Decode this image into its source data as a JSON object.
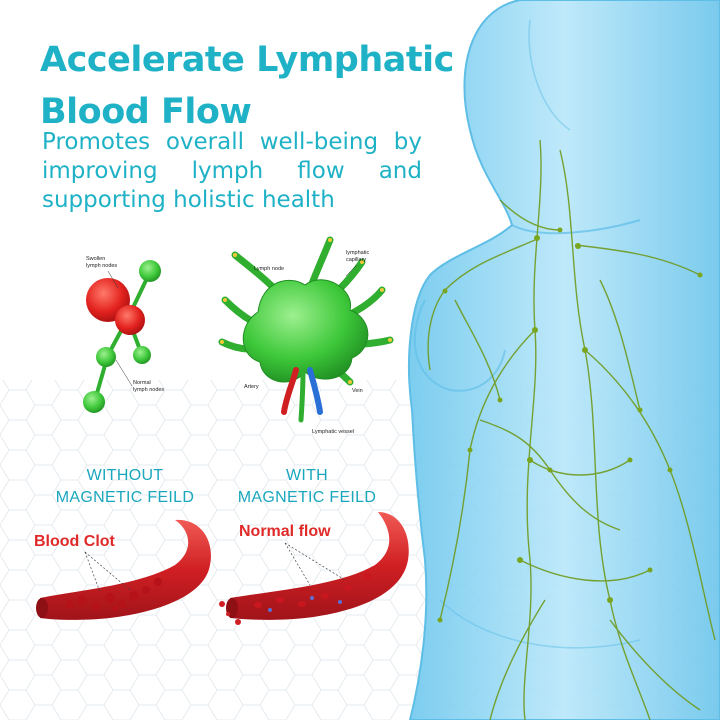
{
  "headline": {
    "line1": "Accelerate Lymphatic",
    "line2": "Blood Flow"
  },
  "subtitle": "Promotes overall well-being by improving lymph flow and supporting holistic health",
  "diagram_left": {
    "label_swollen_1": "Swollen",
    "label_swollen_2": "lymph nodes",
    "label_normal_1": "Normal",
    "label_normal_2": "lymph nodes"
  },
  "diagram_right": {
    "label_lymph_node": "Lymph node",
    "label_capillary_1": "lymphatic",
    "label_capillary_2": "capillary",
    "label_artery": "Artery",
    "label_vein": "Vein",
    "label_vessel": "Lymphatic vessel"
  },
  "comparison": {
    "without_1": "WITHOUT",
    "without_2": "MAGNETIC FEILD",
    "with_1": "WITH",
    "with_2": "MAGNETIC FEILD",
    "label_clot": "Blood Clot",
    "label_normal": "Normal flow"
  },
  "colors": {
    "accent": "#1fb2c6",
    "label_red": "#e02a2a",
    "lymph_green": "#3ec83a",
    "body_blue": "#8fd4f0"
  }
}
